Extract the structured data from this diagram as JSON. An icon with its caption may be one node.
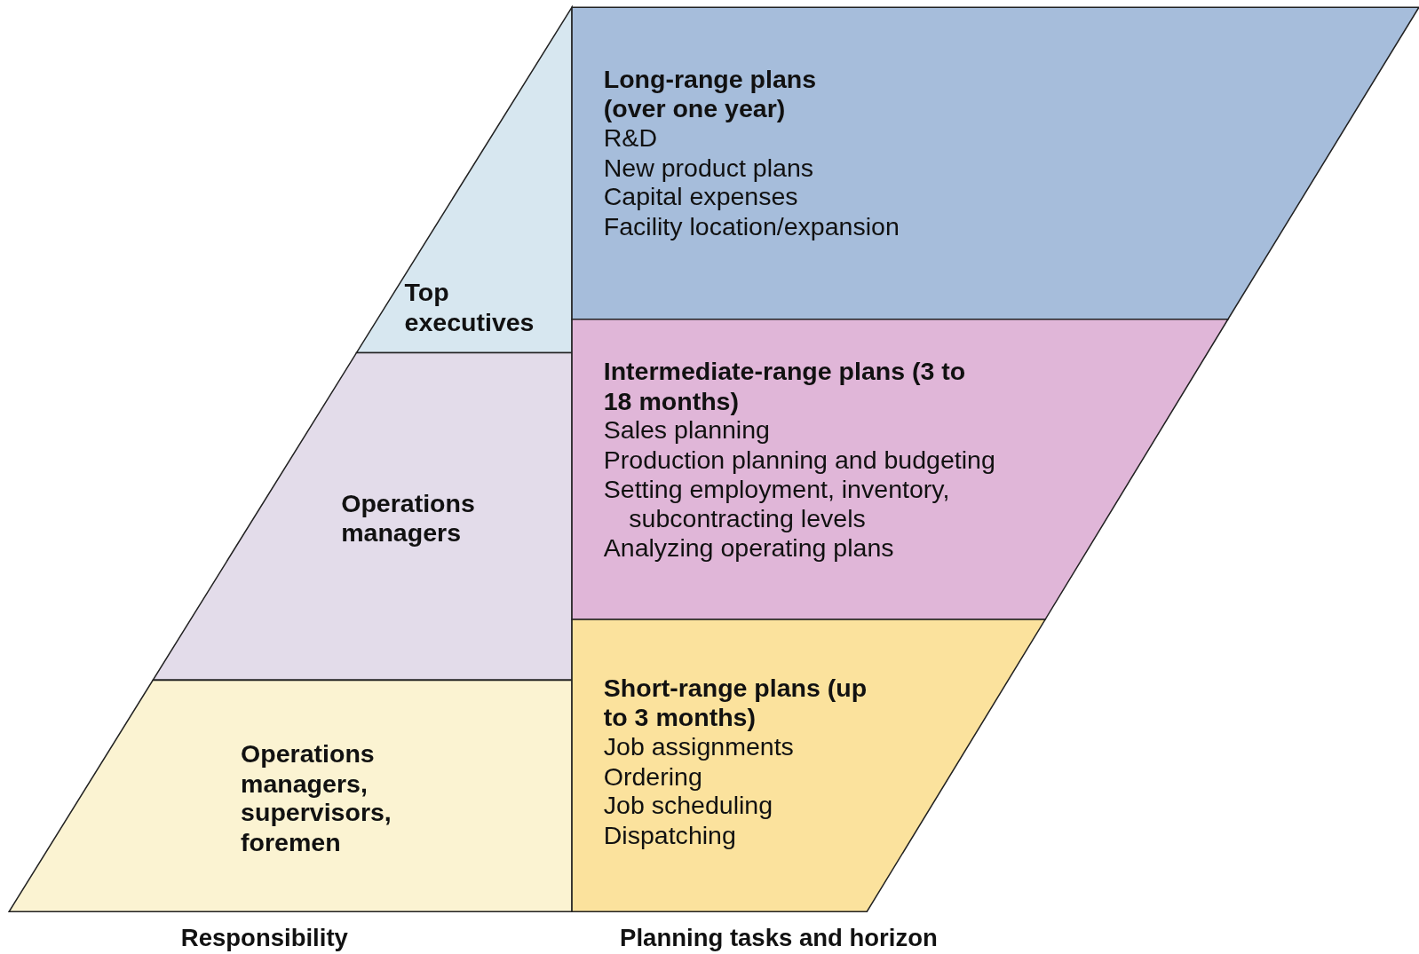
{
  "diagram": {
    "nodes": [
      {
        "text": [
          "Top executives"
        ]
      },
      {
        "text": [
          "Operations managers"
        ]
      },
      {
        "text": [
          "Operations managers, supervisors, foremen"
        ]
      },
      {
        "text": [
          "Long-range plans (over one year)",
          "R&D",
          "New product plans",
          "Capital expenses",
          "Facility location/expansion"
        ]
      },
      {
        "text": [
          "Intermediate-range plans (3 to 18 months)",
          "Sales planning",
          "Production planning and budgeting",
          "Setting employment, inventory, subcontracting levels",
          "Analyzing operating plans"
        ]
      },
      {
        "text": [
          "Short-range plans (up to 3 months)",
          "Job assignments",
          "Ordering",
          "Job scheduling",
          "Dispatching"
        ]
      }
    ],
    "edges": [],
    "labels": [
      "Responsibility",
      "Planning tasks and horizon"
    ]
  }
}
